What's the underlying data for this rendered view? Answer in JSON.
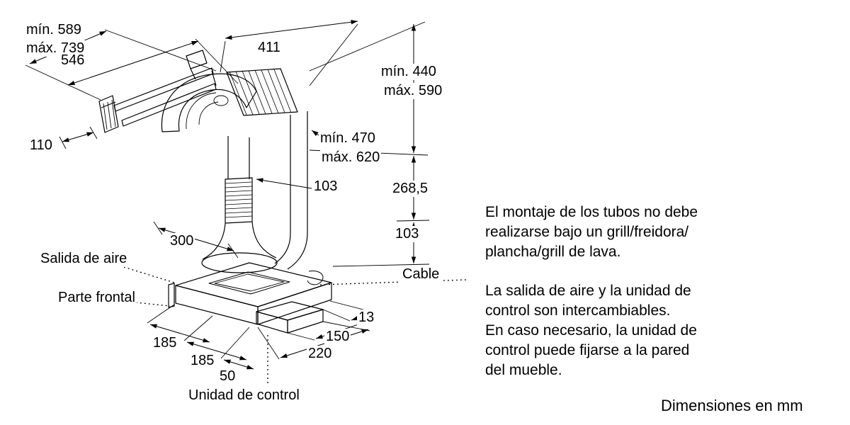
{
  "drawing": {
    "dimensions": {
      "min589": "mín. 589",
      "max739": "máx. 739",
      "w546": "546",
      "w411": "411",
      "min440": "mín. 440",
      "max590": "máx. 590",
      "w110": "110",
      "min470": "mín. 470",
      "max620": "máx. 620",
      "w103_duct": "103",
      "h268_5": "268,5",
      "h103": "103",
      "w300": "300",
      "w13": "13",
      "w150": "150",
      "w185_a": "185",
      "w220": "220",
      "w185_b": "185",
      "w50": "50"
    },
    "labels": {
      "air_outlet": "Salida de aire",
      "cable": "Cable",
      "front_panel": "Parte frontal",
      "control_unit": "Unidad de control"
    }
  },
  "notes": {
    "block1_lines": [
      "El montaje de los tubos no debe",
      "realizarse bajo un grill/freidora/",
      "plancha/grill de lava."
    ],
    "block2_lines": [
      "La salida de aire y la unidad de",
      "control son intercambiables.",
      "En caso necesario, la unidad de",
      "control puede fijarse a la pared",
      "del mueble."
    ]
  },
  "footer": {
    "units_note": "Dimensiones en mm"
  }
}
